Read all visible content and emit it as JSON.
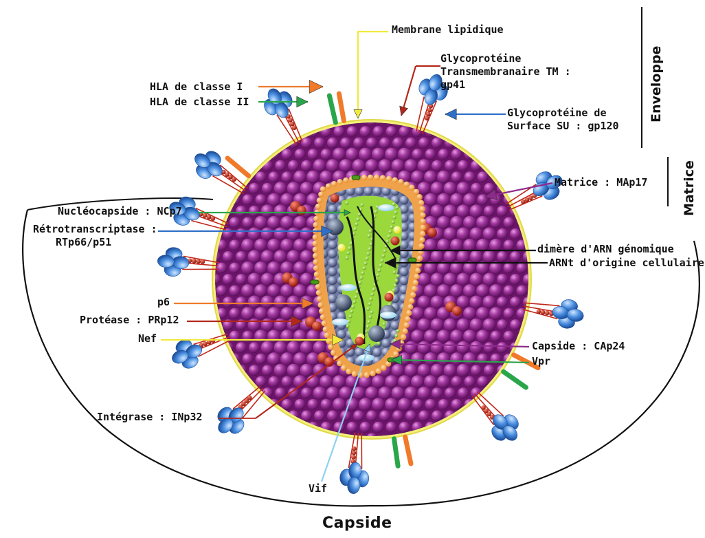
{
  "labels": {
    "membrane_lipidique": "Membrane lipidique",
    "gp41": [
      "Glycoprotéine",
      "Transmembranaire TM :",
      "gp41"
    ],
    "hla1": "HLA de classe I",
    "hla2": "HLA de classe II",
    "gp120": [
      "Glycoprotéine de",
      "Surface SU : gp120"
    ],
    "matrice": "Matrice : MAp17",
    "ncp7": "Nucléocapside : NCp7",
    "rt": [
      "Rétrotranscriptase :",
      "RTp66/p51"
    ],
    "dimere": "dimère d'ARN génomique",
    "arnt": "ARNt d'origine cellulaire",
    "p6": "p6",
    "protease": "Protéase : PRp12",
    "nef": "Nef",
    "capside_cap24": "Capside : CAp24",
    "vpr": "Vpr",
    "integrase": "Intégrase : INp32",
    "vif": "Vif",
    "capside_bottom": "Capside"
  },
  "sections": {
    "enveloppe": "Enveloppe",
    "matrice": "Matrice"
  },
  "colors": {
    "matrix_sphere": "#8e2a8c",
    "envelope_halo": "#f3f07a",
    "capsid_shell": "#f0a24a",
    "capsid_bead": "#7b86ad",
    "core": "#9ad83c",
    "gp120": "#2f6fc8",
    "arrow_orange": "#f07a2a",
    "arrow_green": "#2aa64a",
    "arrow_red": "#b3271a",
    "arrow_blue": "#2f6fc8",
    "arrow_yellow": "#f2ea3c",
    "arrow_purple": "#8e2a8c",
    "arrow_black": "#111111",
    "arrow_lightblue": "#8fd1ef"
  }
}
